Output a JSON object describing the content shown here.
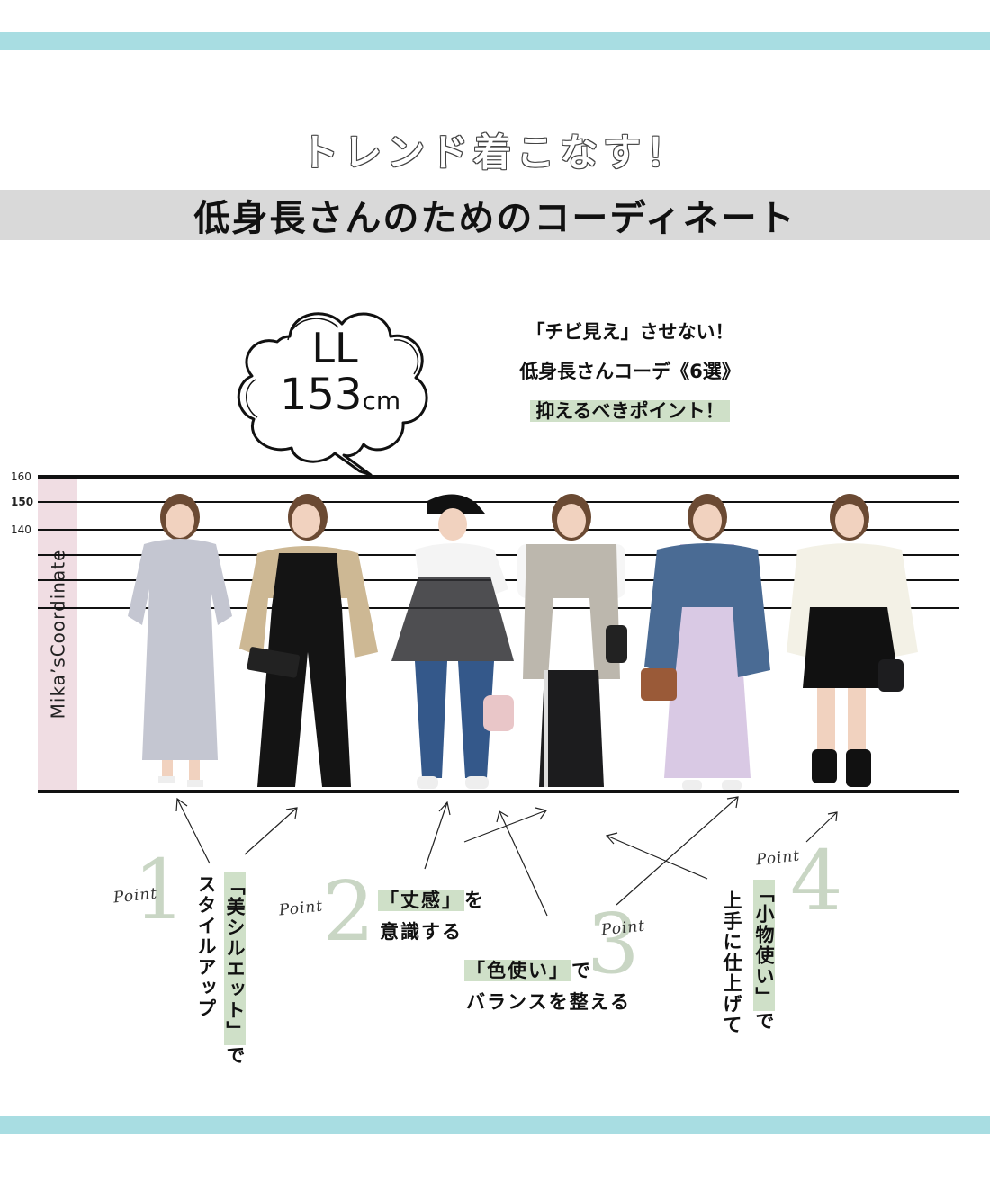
{
  "colors": {
    "accent_band": "#a8dde2",
    "title_band": "#d9d9d9",
    "highlight": "#cfe0c8",
    "point_numeral": "#c9d6c4",
    "ruler_label_bg": "#f0dde3"
  },
  "header": {
    "subtitle": "トレンド着こなす！",
    "title": "低身長さんのためのコーディネート"
  },
  "profile_bubble": {
    "size": "LL",
    "height_value": "153",
    "height_unit": "cm"
  },
  "promo": {
    "line1": "「チビ見え」させない！",
    "line2": "低身長さんコーデ《6選》",
    "line3": "抑えるべきポイント！"
  },
  "height_chart": {
    "vertical_label": "Mika’sCoordinate",
    "ticks": [
      "160",
      "150",
      "140"
    ]
  },
  "outfits": [
    {
      "name": "gray-ruffle-dress",
      "description": "gray off-shoulder ruffle dress, white sandals"
    },
    {
      "name": "black-jumpsuit-beige-jacket",
      "description": "black wide-leg jumpsuit, beige jacket over shoulders, black clutch"
    },
    {
      "name": "tulle-top-jeans-cap",
      "description": "black cap, white tee with black tulle layer, blue flare jeans, pink quilted bag"
    },
    {
      "name": "gray-vest-black-skirt",
      "description": "gray long vest, white tee, black line skirt, black bag"
    },
    {
      "name": "denim-jacket-lavender-dress",
      "description": "oversized denim jacket, lavender print dress, brown handbag"
    },
    {
      "name": "ivory-blouson-black-tiered-skirt",
      "description": "ivory blouson, white top, black tiered mini skirt, black boots"
    }
  ],
  "points": [
    {
      "number": "1",
      "label": "Point",
      "highlight": "「美シルエット」",
      "suffix": "で",
      "line2": "スタイルアップ"
    },
    {
      "number": "2",
      "label": "Point",
      "highlight": "「丈感」",
      "suffix": "を",
      "line2": "意識する"
    },
    {
      "number": "3",
      "label": "Point",
      "highlight": "「色使い」",
      "suffix": "で",
      "line2": "バランスを整える"
    },
    {
      "number": "4",
      "label": "Point",
      "highlight": "「小物使い」",
      "suffix": "で",
      "line2": "上手に仕上げて"
    }
  ]
}
